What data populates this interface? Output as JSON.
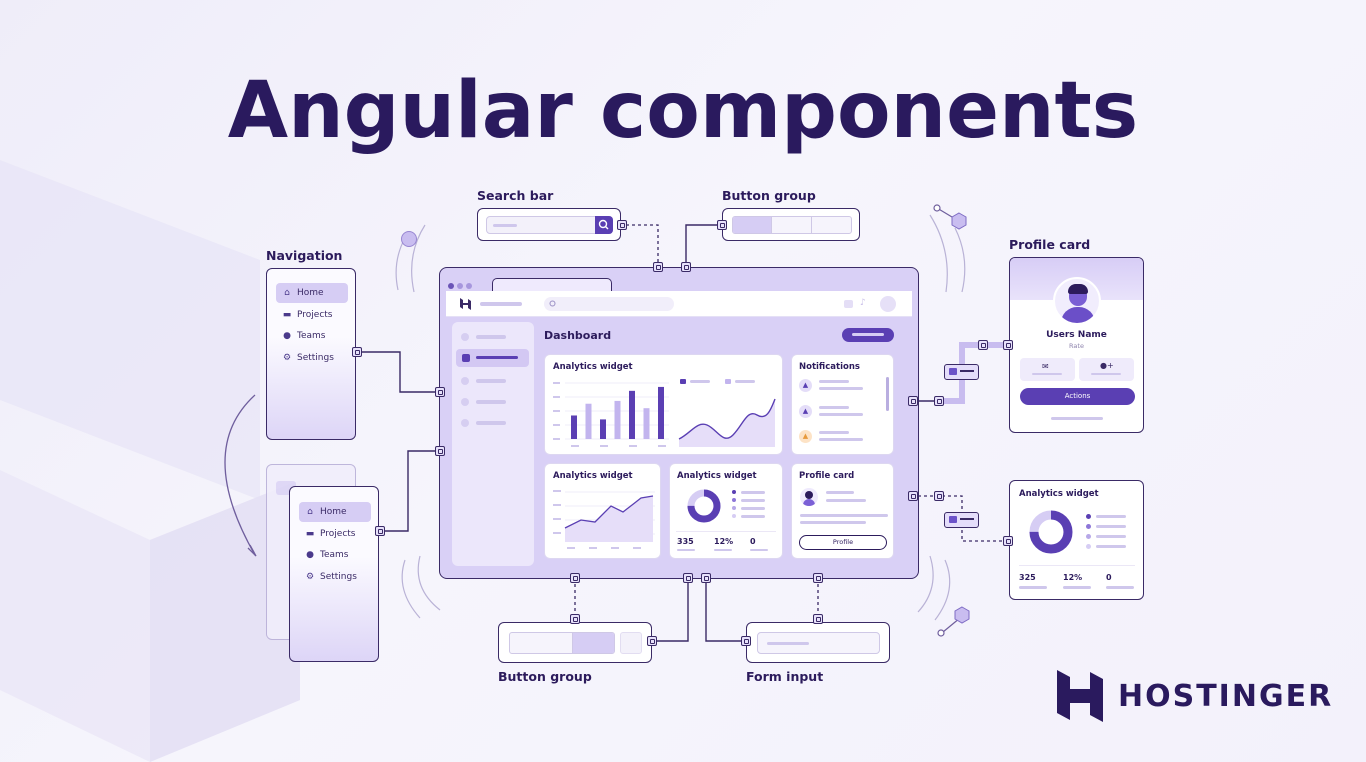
{
  "title": "Angular components",
  "labels": {
    "search_bar": "Search bar",
    "button_group_top": "Button group",
    "navigation": "Navigation",
    "profile_card": "Profile card",
    "button_group_bottom": "Button group",
    "form_input": "Form input"
  },
  "navigation": {
    "items": [
      {
        "icon": "home-icon",
        "label": "Home"
      },
      {
        "icon": "folder-icon",
        "label": "Projects"
      },
      {
        "icon": "teams-icon",
        "label": "Teams"
      },
      {
        "icon": "gear-icon",
        "label": "Settings"
      }
    ]
  },
  "dashboard": {
    "heading": "Dashboard",
    "widgets": {
      "analytics_1": "Analytics widget",
      "notifications": "Notifications",
      "analytics_2": "Analytics widget",
      "analytics_3": "Analytics widget",
      "profile_card": "Profile card",
      "profile_button": "Profile"
    },
    "bar_chart": {
      "values": [
        0.42,
        0.63,
        0.35,
        0.68,
        0.86,
        0.55,
        0.93
      ],
      "bar_colors": [
        "#5b3fb3",
        "#c2b4ee",
        "#5b3fb3",
        "#c2b4ee",
        "#5b3fb3",
        "#c2b4ee",
        "#5b3fb3"
      ]
    },
    "stats": {
      "a": "335",
      "b": "12%",
      "c": "0"
    }
  },
  "profile_card": {
    "name": "Users Name",
    "role": "Rate",
    "actions": "Actions"
  },
  "analytics_card": {
    "title": "Analytics widget",
    "stats": {
      "a": "325",
      "b": "12%",
      "c": "0"
    },
    "donut_fraction": 0.75
  },
  "brand": {
    "name": "HOSTINGER",
    "accent": "#673de6",
    "dark": "#2a1a5e",
    "light": "#d6cdf4"
  }
}
